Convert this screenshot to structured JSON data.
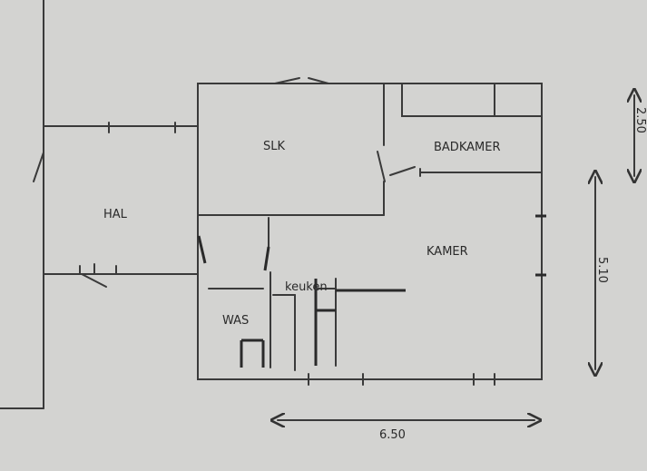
{
  "rooms": {
    "hal": "HAL",
    "slk": "SLK",
    "badkamer": "BADKAMER",
    "kamer": "KAMER",
    "was": "WAS",
    "keuken": "keuken"
  },
  "dimensions": {
    "width": "6.50",
    "depth": "5.10",
    "badkamer_depth": "2.50"
  }
}
